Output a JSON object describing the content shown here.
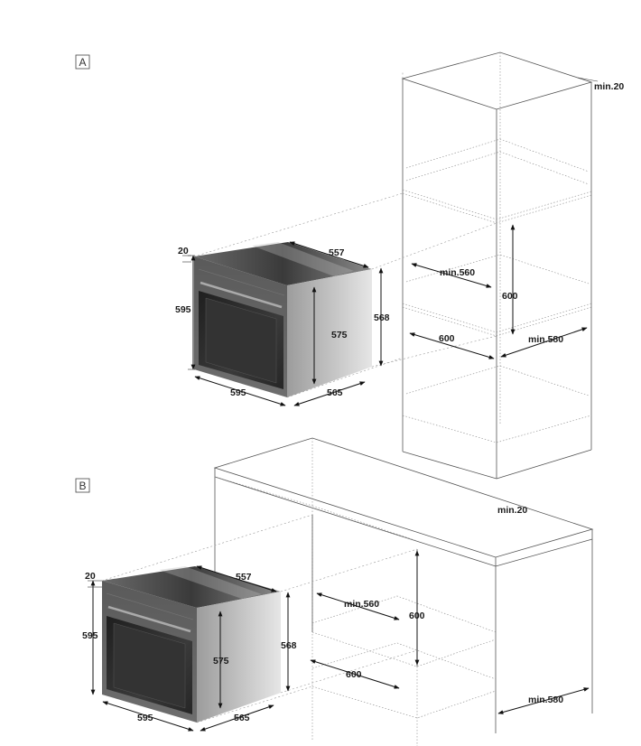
{
  "panels": [
    {
      "label": "A",
      "oven": {
        "door_gap": "20",
        "height": "595",
        "width": "595",
        "depth_top": "557",
        "inner_height": "575",
        "depth": "565",
        "side_height": "568"
      },
      "cabinet": {
        "top_gap": "min.20",
        "niche_depth": "min.560",
        "niche_height": "600",
        "niche_width": "600",
        "cabinet_depth": "min.580"
      }
    },
    {
      "label": "B",
      "oven": {
        "door_gap": "20",
        "height": "595",
        "width": "595",
        "depth_top": "557",
        "inner_height": "575",
        "depth": "565",
        "side_height": "568"
      },
      "cabinet": {
        "top_gap": "min.20",
        "niche_depth": "min.560",
        "niche_height": "600",
        "niche_width": "600",
        "cabinet_depth": "min.580"
      }
    }
  ],
  "colors": {
    "oven_dark": "#2b2b2b",
    "oven_side": "#9a9a9a",
    "line": "#555555"
  }
}
